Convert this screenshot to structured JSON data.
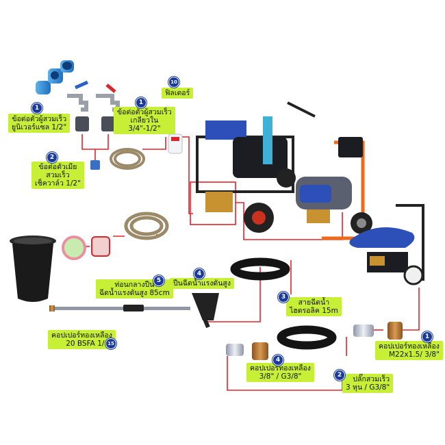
{
  "labels": {
    "quick_union": {
      "badge": "1",
      "lines": [
        "ข้อต่อตัวผู้สวมเร็ว",
        "ยูนิเวอร์แซล 1/2\""
      ]
    },
    "inner_thread": {
      "badge": "1",
      "lines": [
        "ข้อต่อตัวผู้สวมเร็ว",
        "เกลียวใน",
        "3/4\"-1/2\""
      ]
    },
    "female_quick": {
      "badge": "2",
      "lines": [
        "ข้อต่อตัวเมีย",
        "สวมเร็ว",
        "เช็ควาล์ว 1/2\""
      ]
    },
    "filter": {
      "badge": "10",
      "lines": [
        "ฟิลเตอร์"
      ]
    },
    "lance": {
      "badge": "5",
      "lines": [
        "ท่อนกลางปืน",
        "ฉีดน้ำแรงดันสูง 85cm"
      ]
    },
    "gun": {
      "badge": "4",
      "lines": [
        "ปืนฉีดน้ำแรงดันสูง"
      ]
    },
    "hose": {
      "badge": "3",
      "lines": [
        "สายฉีดน้ำ",
        "ไฮดรอลิค 15m"
      ]
    },
    "brass_bsfa": {
      "badge": "15",
      "lines": [
        "คอปเปอร์ทองเหลือง",
        "20 BSFA 1/4\""
      ]
    },
    "brass_m22": {
      "badge": "1",
      "lines": [
        "คอปเปอร์ทองเหลือง",
        "M22x1.5/ 3/8\""
      ]
    },
    "brass_g38": {
      "badge": "4",
      "lines": [
        "คอปเปอร์ทองเหลือง",
        "3/8\" / G3/8\""
      ]
    },
    "quick_plug": {
      "badge": "2",
      "lines": [
        "ปลั๊กสวมเร็ว",
        "3 หุน / G3/8\""
      ]
    }
  },
  "colors": {
    "label_bg": "#c6ef36",
    "badge_bg": "#1a3a9c",
    "connector_line": "#e8202a",
    "machine_blue": "#2d4fb8",
    "machine_orange": "#f06a1c"
  },
  "icons": [
    "pipe-fitting-icon",
    "faucet-icon",
    "garden-hose-icon",
    "filter-icon",
    "water-tank-icon",
    "pressure-washer-icon",
    "spray-gun-icon",
    "lance-icon",
    "hydraulic-hose-icon",
    "brass-coupler-icon",
    "quick-plug-icon"
  ]
}
